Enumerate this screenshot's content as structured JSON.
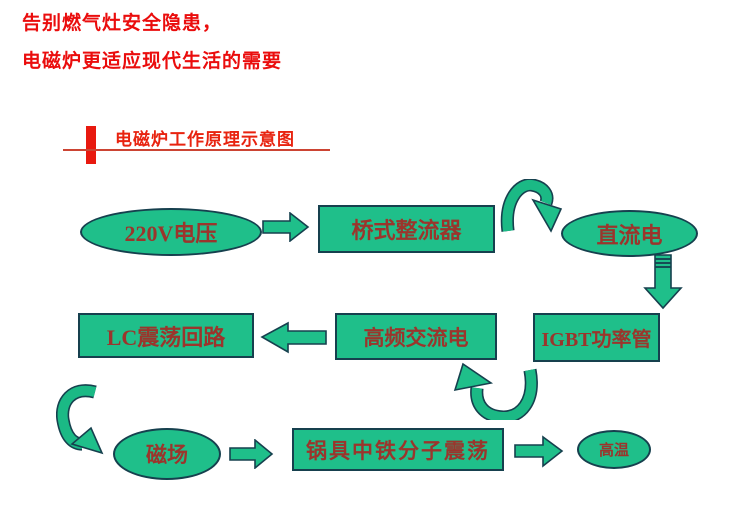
{
  "headline": {
    "line1": "告别燃气灶安全隐患，",
    "line2": "电磁炉更适应现代生活的需要",
    "color": "#ea0d0d"
  },
  "section": {
    "title": "电磁炉工作原理示意图",
    "accent_color": "#e8190f",
    "underline_color": "#cc4433"
  },
  "colors": {
    "shape_fill": "#1fbf8a",
    "shape_stroke": "#16404e",
    "node_label_color": "#9b352c"
  },
  "nodes": [
    {
      "id": "voltage",
      "shape": "ellipse",
      "label": "220V电压"
    },
    {
      "id": "rectifier",
      "shape": "rect",
      "label": "桥式整流器"
    },
    {
      "id": "dc",
      "shape": "ellipse",
      "label": "直流电"
    },
    {
      "id": "igbt",
      "shape": "rect",
      "label": "IGBT功率管"
    },
    {
      "id": "hf-ac",
      "shape": "rect",
      "label": "高频交流电"
    },
    {
      "id": "lc",
      "shape": "rect",
      "label": "LC震荡回路"
    },
    {
      "id": "magnetic-field",
      "shape": "ellipse",
      "label": "磁场"
    },
    {
      "id": "pot",
      "shape": "rect",
      "label": "锅具中铁分子震荡"
    },
    {
      "id": "heat",
      "shape": "ellipse",
      "label": "高温"
    }
  ],
  "flow": [
    "220V电压 → 桥式整流器",
    "桥式整流器 → 直流电",
    "直流电 → IGBT功率管",
    "IGBT功率管 → 高频交流电",
    "高频交流电 → LC震荡回路",
    "LC震荡回路 → 磁场",
    "磁场 → 锅具中铁分子震荡",
    "锅具中铁分子震荡 → 高温"
  ]
}
